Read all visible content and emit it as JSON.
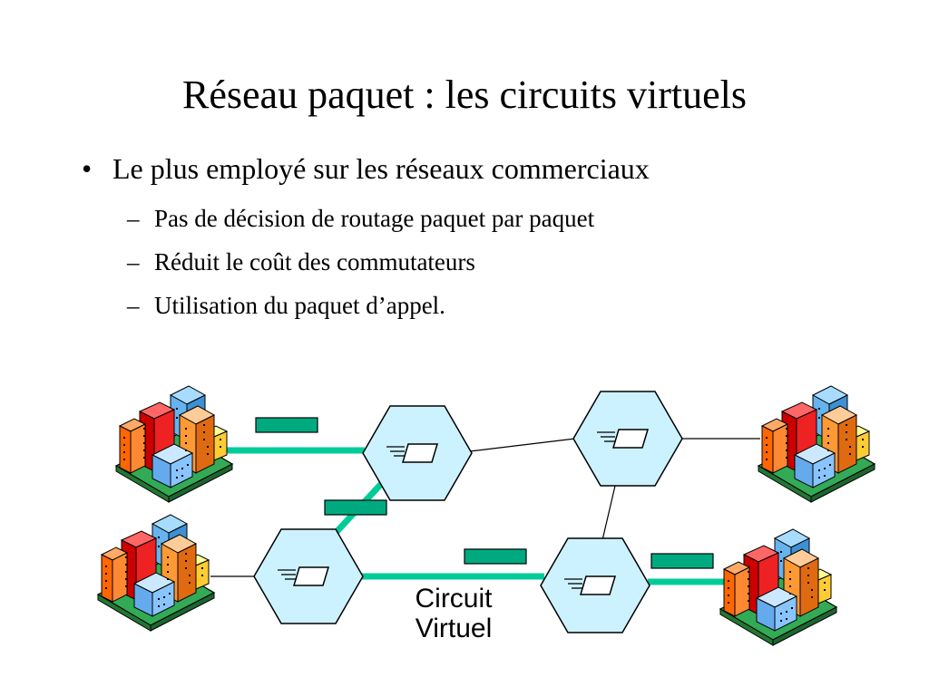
{
  "slide": {
    "title": "Réseau paquet : les circuits virtuels",
    "bullet": "Le plus employé sur les réseaux commerciaux",
    "bullet_marker": "•",
    "sub_marker": "–",
    "sub_bullets": [
      "Pas de décision de routage paquet par paquet",
      "Réduit le coût des commutateurs",
      "Utilisation du paquet d’appel."
    ]
  },
  "diagram": {
    "label_line1": "Circuit",
    "label_line2": "Virtuel",
    "colors": {
      "circuit": "#00cc99",
      "packet": "#00aa80",
      "switch_fill": "#ccf2ff",
      "link": "#000000"
    },
    "icons": [
      "office-building-icon",
      "packet-switch-icon",
      "packet-icon"
    ]
  }
}
